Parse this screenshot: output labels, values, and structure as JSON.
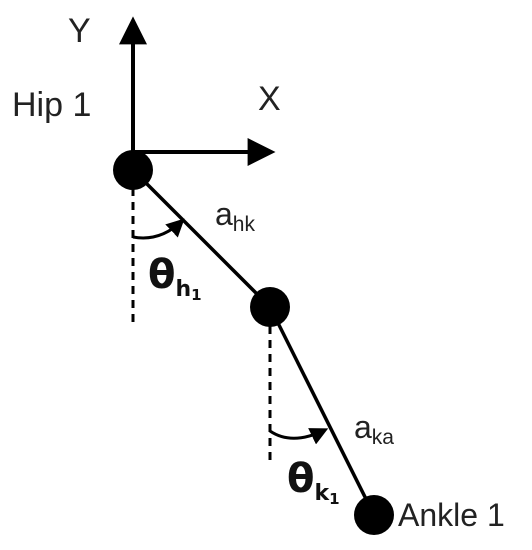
{
  "diagram": {
    "axis_y_label": "Y",
    "axis_x_label": "X",
    "hip_label": "Hip 1",
    "ankle_label": "Ankle 1",
    "link_hk": {
      "base": "a",
      "sub": "hk"
    },
    "link_ka": {
      "base": "a",
      "sub": "ka"
    },
    "angle_hip": {
      "symbol": "θ",
      "sub": "h",
      "subsub": "1"
    },
    "angle_knee": {
      "symbol": "θ",
      "sub": "k",
      "subsub": "1"
    },
    "colors": {
      "ink": "#000000",
      "text": "#222222"
    }
  }
}
